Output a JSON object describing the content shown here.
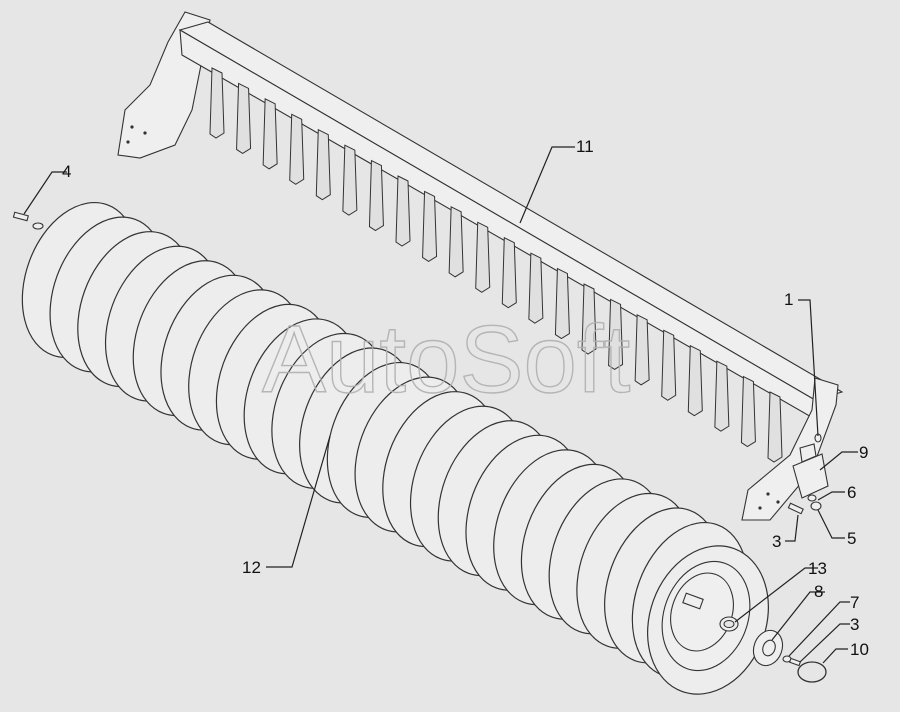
{
  "watermark": "AutoSoft",
  "callouts": [
    {
      "id": "c1",
      "label": "1"
    },
    {
      "id": "c3a",
      "label": "3"
    },
    {
      "id": "c3b",
      "label": "3"
    },
    {
      "id": "c4",
      "label": "4"
    },
    {
      "id": "c5",
      "label": "5"
    },
    {
      "id": "c6",
      "label": "6"
    },
    {
      "id": "c7",
      "label": "7"
    },
    {
      "id": "c8",
      "label": "8"
    },
    {
      "id": "c9",
      "label": "9"
    },
    {
      "id": "c10",
      "label": "10"
    },
    {
      "id": "c11",
      "label": "11"
    },
    {
      "id": "c12",
      "label": "12"
    },
    {
      "id": "c13",
      "label": "13"
    }
  ]
}
